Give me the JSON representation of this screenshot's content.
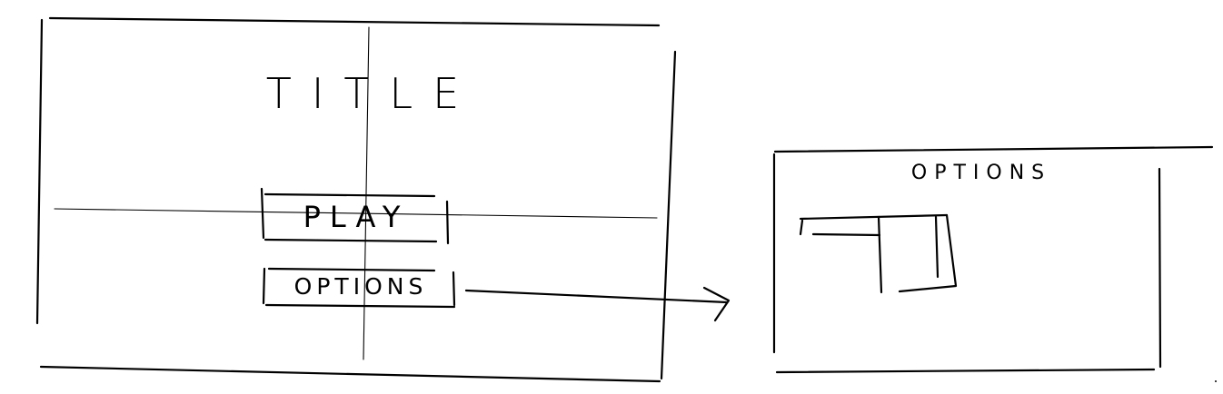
{
  "main_menu": {
    "title": "TITLE",
    "play_label": "PLAY",
    "options_label": "OPTIONS"
  },
  "options_screen": {
    "title": "OPTIONS"
  },
  "colors": {
    "ink": "#000000",
    "paper": "#ffffff"
  },
  "icons": {
    "navigation_arrow": "arrow-right-icon"
  }
}
